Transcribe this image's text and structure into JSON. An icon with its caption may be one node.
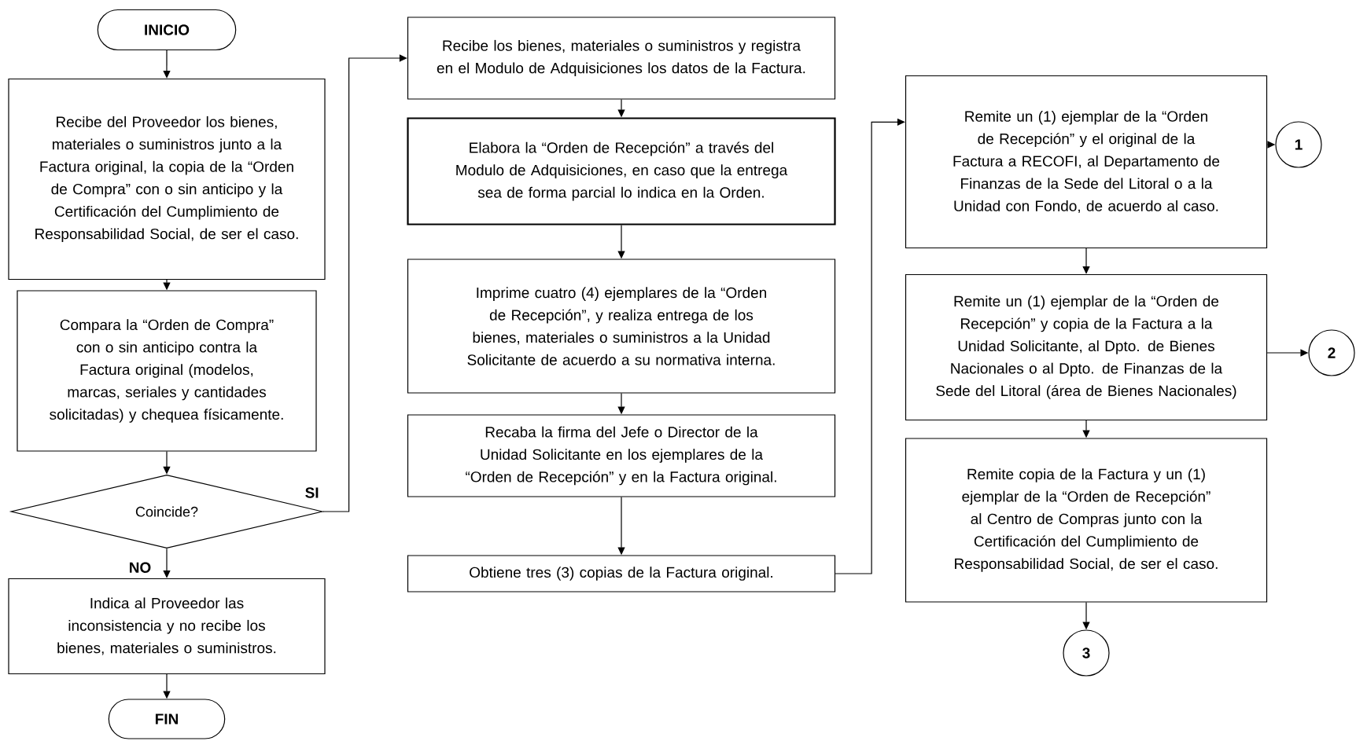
{
  "diagram": {
    "nodes": [
      {
        "text": [
          "INICIO"
        ]
      },
      {
        "text": [
          "Recibe del Proveedor los bienes, materiales o suministros junto a la Factura original, la copia de la “Orden de Compra” con o sin anticipo y la Certificación del Cumplimiento de Responsabilidad Social, de ser el caso."
        ]
      },
      {
        "text": [
          "Compara la “Orden de Compra” con o sin anticipo contra la Factura original (modelos, marcas, seriales y cantidades solicitadas) y chequea físicamente."
        ]
      },
      {
        "text": [
          "Coincide?"
        ]
      },
      {
        "text": [
          "Indica al Proveedor las inconsistencia y no recibe los bienes, materiales o suministros."
        ]
      },
      {
        "text": [
          "FIN"
        ]
      },
      {
        "text": [
          "Recibe los bienes, materiales o suministros y registra en el Modulo de Adquisiciones los datos de la Factura."
        ]
      },
      {
        "text": [
          "Elabora la “Orden de Recepción”  a través del Modulo de Adquisiciones, en caso que la entrega sea de forma parcial lo indica en la Orden."
        ]
      },
      {
        "text": [
          "Imprime cuatro (4) ejemplares  de  la “Orden de Recepción”, y realiza entrega de los bienes, materiales o suministros  a la Unidad Solicitante de acuerdo a su normativa interna."
        ]
      },
      {
        "text": [
          "Recaba la firma del Jefe o Director de la Unidad Solicitante en  los ejemplares  de la “Orden de Recepción” y en la Factura original."
        ]
      },
      {
        "text": [
          "Obtiene tres (3) copias de la Factura original."
        ]
      },
      {
        "text": [
          "Remite un (1) ejemplar de la “Orden de Recepción” y el original de la Factura a RECOFI, al Departamento de Finanzas de la Sede del Litoral o a la Unidad con Fondo, de acuerdo al caso."
        ]
      },
      {
        "text": [
          "Remite un (1) ejemplar de la “Orden de Recepción” y copia de la Factura a la Unidad Solicitante, al Dpto. de Bienes Nacionales o al Dpto. de Finanzas de la Sede del Litoral (área de Bienes Nacionales)"
        ]
      },
      {
        "text": [
          "Remite copia de la Factura y un (1) ejemplar de la “Orden de Recepción” al Centro de Compras junto con la Certificación del Cumplimiento de Responsabilidad Social, de ser el caso."
        ]
      },
      {
        "text": [
          "1"
        ]
      },
      {
        "text": [
          "2"
        ]
      },
      {
        "text": [
          "3"
        ]
      }
    ],
    "edges": [
      {
        "from": 0,
        "to": 1,
        "arrow": "to"
      },
      {
        "from": 1,
        "to": 2,
        "arrow": "to"
      },
      {
        "from": 2,
        "to": 3,
        "arrow": "to"
      },
      {
        "from": 3,
        "to": 4,
        "arrow": "to",
        "label": "NO"
      },
      {
        "from": 4,
        "to": 5,
        "arrow": "to"
      },
      {
        "from": 3,
        "to": 6,
        "arrow": "to",
        "label": "SI"
      },
      {
        "from": 6,
        "to": 7,
        "arrow": "to"
      },
      {
        "from": 7,
        "to": 8,
        "arrow": "to"
      },
      {
        "from": 8,
        "to": 9,
        "arrow": "to"
      },
      {
        "from": 9,
        "to": 10,
        "arrow": "to"
      },
      {
        "from": 10,
        "to": 11,
        "arrow": "to"
      },
      {
        "from": 11,
        "to": 12,
        "arrow": "to"
      },
      {
        "from": 12,
        "to": 13,
        "arrow": "to"
      },
      {
        "from": 11,
        "to": 14,
        "arrow": "to"
      },
      {
        "from": 12,
        "to": 15,
        "arrow": "to"
      },
      {
        "from": 13,
        "to": 16,
        "arrow": "to"
      }
    ]
  }
}
